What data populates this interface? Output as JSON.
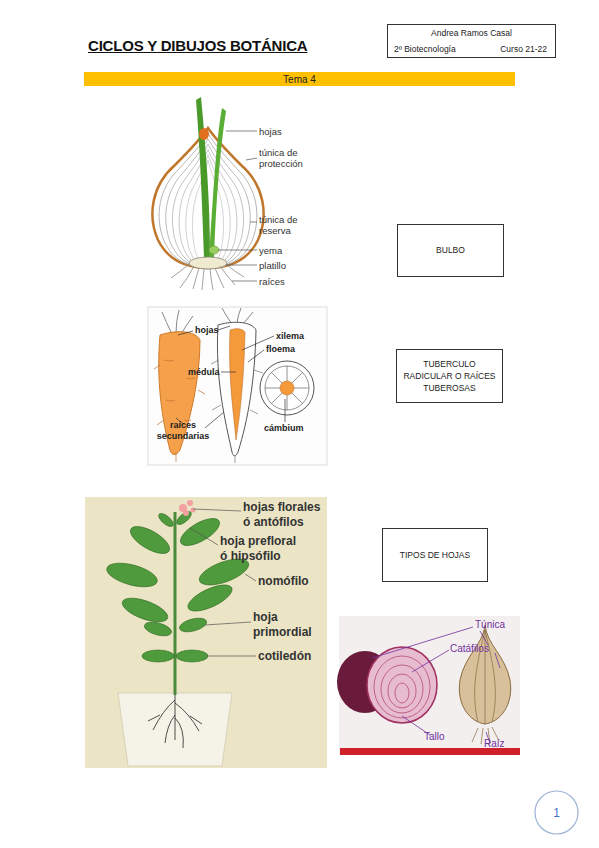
{
  "diagram": {
    "title": "CICLOS Y DIBUJOS BOTÁNICA",
    "nodes": [
      {
        "text": [
          "Andrea Ramos Casal",
          "2º Biotecnología",
          "Curso 21-22"
        ]
      },
      {
        "text": [
          "Tema 4"
        ]
      },
      {
        "text": [
          "BULBO"
        ]
      },
      {
        "text": [
          "TUBERCULO RADICULAR O RAÍCES TUBEROSAS"
        ]
      },
      {
        "text": [
          "TIPOS DE HOJAS"
        ]
      },
      {
        "text": [
          "1"
        ]
      }
    ],
    "labels": [
      "hojas",
      "túnica de protección",
      "túnica de reserva",
      "yema",
      "platillo",
      "raíces",
      "hojas",
      "xilema",
      "floema",
      "médula",
      "raíces secundarias",
      "cámbium",
      "hojas florales ó antófilos",
      "hoja prefloral ó hipsófilo",
      "nomófilo",
      "hoja primordial",
      "cotiledón",
      "Túnica",
      "Catáfilos",
      "Tallo",
      "Raíz"
    ]
  }
}
